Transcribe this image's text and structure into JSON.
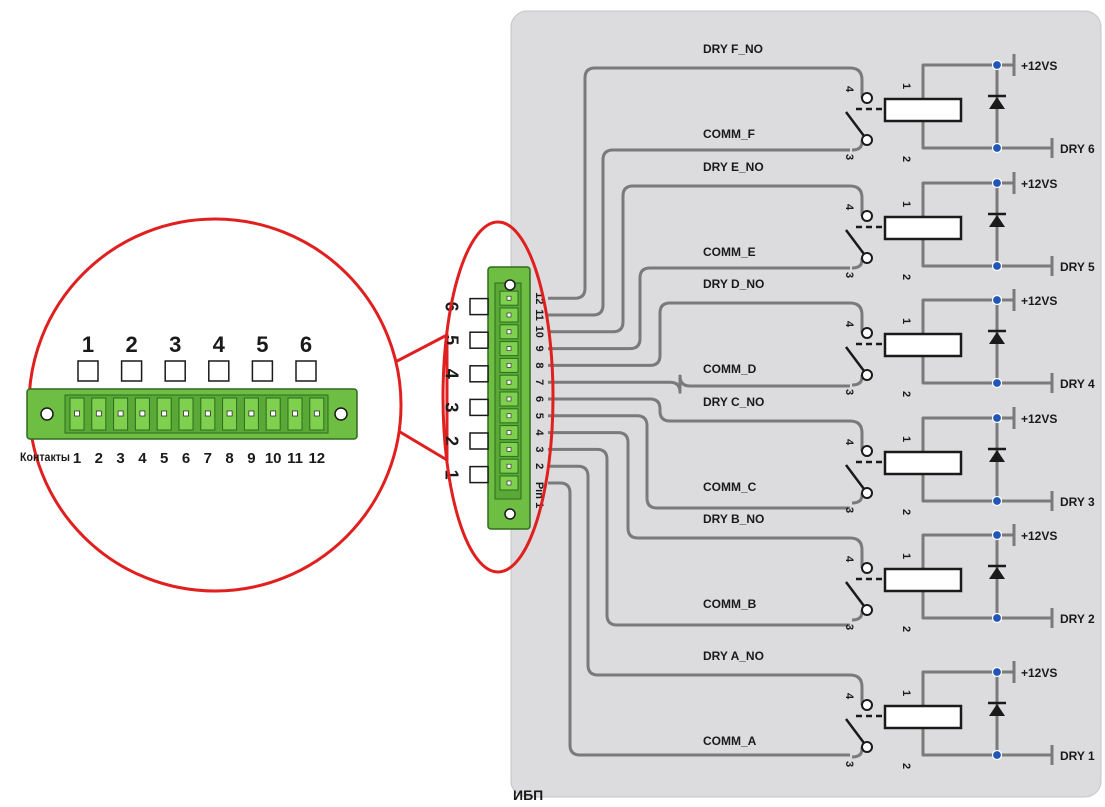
{
  "colors": {
    "panel": "#dcdcde",
    "panel_edge": "#bdbdc1",
    "wire": "#7a7a7a",
    "node": "#1f56b8",
    "connector": "#6fbe44",
    "connector_dark": "#2e6b1e",
    "magnifier": "#e0201f",
    "text": "#1a1a1a"
  },
  "labels": {
    "contacts": "Контакты",
    "pin_first": "Pin 1",
    "ups": "ИБП",
    "power": "+12VS"
  },
  "zoom": {
    "group_numbers": [
      "1",
      "2",
      "3",
      "4",
      "5",
      "6"
    ],
    "pin_numbers": [
      "1",
      "2",
      "3",
      "4",
      "5",
      "6",
      "7",
      "8",
      "9",
      "10",
      "11",
      "12"
    ]
  },
  "connector": {
    "group_numbers": [
      "1",
      "2",
      "3",
      "4",
      "5",
      "6"
    ],
    "pin_numbers": [
      "2",
      "3",
      "4",
      "5",
      "6",
      "7",
      "8",
      "9",
      "10",
      "11",
      "12"
    ]
  },
  "relays": [
    {
      "name": "F",
      "no_label": "DRY F_NO",
      "comm_label": "COMM_F",
      "output": "DRY 6",
      "t1": "1",
      "t2": "2",
      "t3": "3",
      "t4": "4"
    },
    {
      "name": "E",
      "no_label": "DRY E_NO",
      "comm_label": "COMM_E",
      "output": "DRY 5",
      "t1": "1",
      "t2": "2",
      "t3": "3",
      "t4": "4"
    },
    {
      "name": "D",
      "no_label": "DRY D_NO",
      "comm_label": "COMM_D",
      "output": "DRY 4",
      "t1": "1",
      "t2": "2",
      "t3": "3",
      "t4": "4"
    },
    {
      "name": "C",
      "no_label": "DRY C_NO",
      "comm_label": "COMM_C",
      "output": "DRY 3",
      "t1": "1",
      "t2": "2",
      "t3": "3",
      "t4": "4"
    },
    {
      "name": "B",
      "no_label": "DRY B_NO",
      "comm_label": "COMM_B",
      "output": "DRY 2",
      "t1": "1",
      "t2": "2",
      "t3": "3",
      "t4": "4"
    },
    {
      "name": "A",
      "no_label": "DRY A_NO",
      "comm_label": "COMM_A",
      "output": "DRY 1",
      "t1": "1",
      "t2": "2",
      "t3": "3",
      "t4": "4"
    }
  ]
}
